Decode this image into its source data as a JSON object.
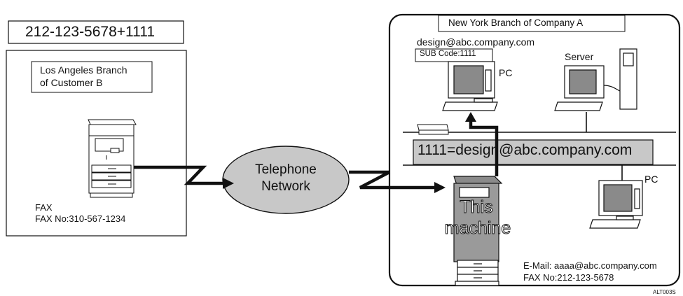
{
  "dial_number": "212-123-5678+1111",
  "left_site": {
    "branch_line1": "Los Angeles Branch",
    "branch_line2": "of Customer B",
    "device_label": "FAX",
    "fax_number": "FAX No:310-567-1234"
  },
  "network": {
    "line1": "Telephone",
    "line2": "Network"
  },
  "right_site": {
    "branch_name": "New York Branch of Company A",
    "pc1_email": "design@abc.company.com",
    "sub_code": "SUB Code:1111",
    "pc1_label": "PC",
    "server_label": "Server",
    "routing_rule": "1111=design@abc.company.com",
    "pc2_label": "PC",
    "machine_line1": "This",
    "machine_line2": "machine",
    "email": "E-Mail:  aaaa@abc.company.com",
    "fax_number": "FAX No:212-123-5678"
  },
  "figure_code": "ALT003S",
  "colors": {
    "ink": "#111111",
    "network_fill": "#c8c8c8",
    "rule_fill": "#c8c8c8",
    "machine_gray": "#8a8a8a"
  },
  "icons": [
    "fax-machine-icon",
    "pc-icon",
    "server-icon",
    "pc-icon",
    "lan-device-icon",
    "multifunction-printer-icon"
  ]
}
